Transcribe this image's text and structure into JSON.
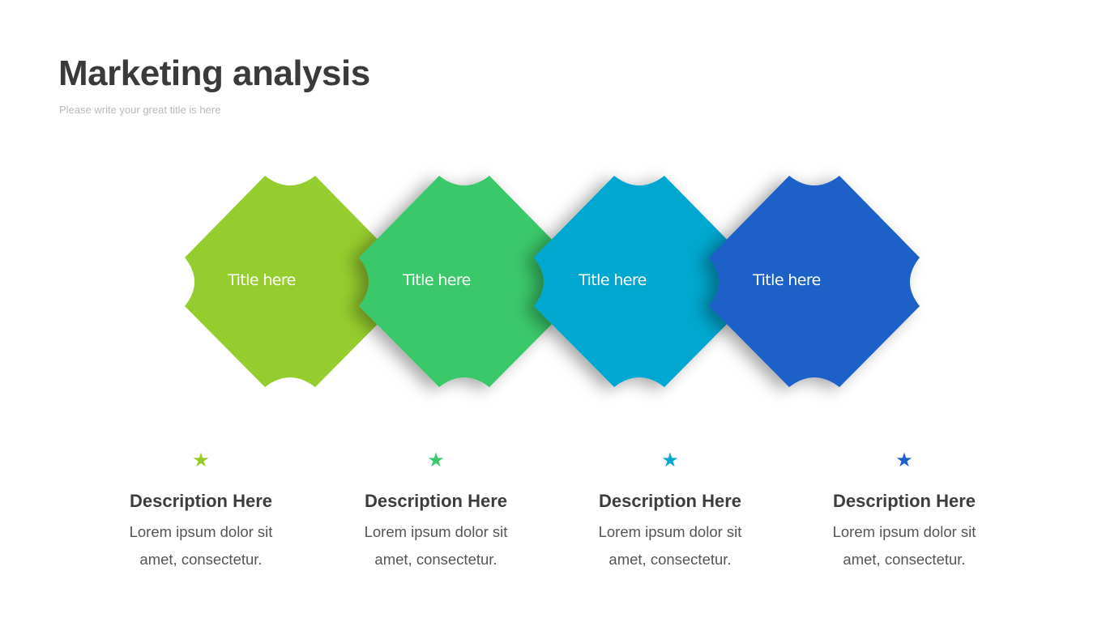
{
  "header": {
    "title": "Marketing analysis",
    "subtitle": "Please write your great title is here"
  },
  "steps": [
    {
      "title": "Title here",
      "color": "#96cd2e",
      "icon": "star-icon",
      "desc_title": "Description Here",
      "desc_line1": "Lorem ipsum dolor sit",
      "desc_line2": "amet, consectetur."
    },
    {
      "title": "Title here",
      "color": "#3bc86b",
      "icon": "star-icon",
      "desc_title": "Description Here",
      "desc_line1": "Lorem ipsum dolor sit",
      "desc_line2": "amet, consectetur."
    },
    {
      "title": "Title here",
      "color": "#06a8cf",
      "icon": "star-icon",
      "desc_title": "Description Here",
      "desc_line1": "Lorem ipsum dolor sit",
      "desc_line2": "amet, consectetur."
    },
    {
      "title": "Title here",
      "color": "#1c60c8",
      "icon": "star-icon",
      "desc_title": "Description Here",
      "desc_line1": "Lorem ipsum dolor sit",
      "desc_line2": "amet, consectetur."
    }
  ]
}
